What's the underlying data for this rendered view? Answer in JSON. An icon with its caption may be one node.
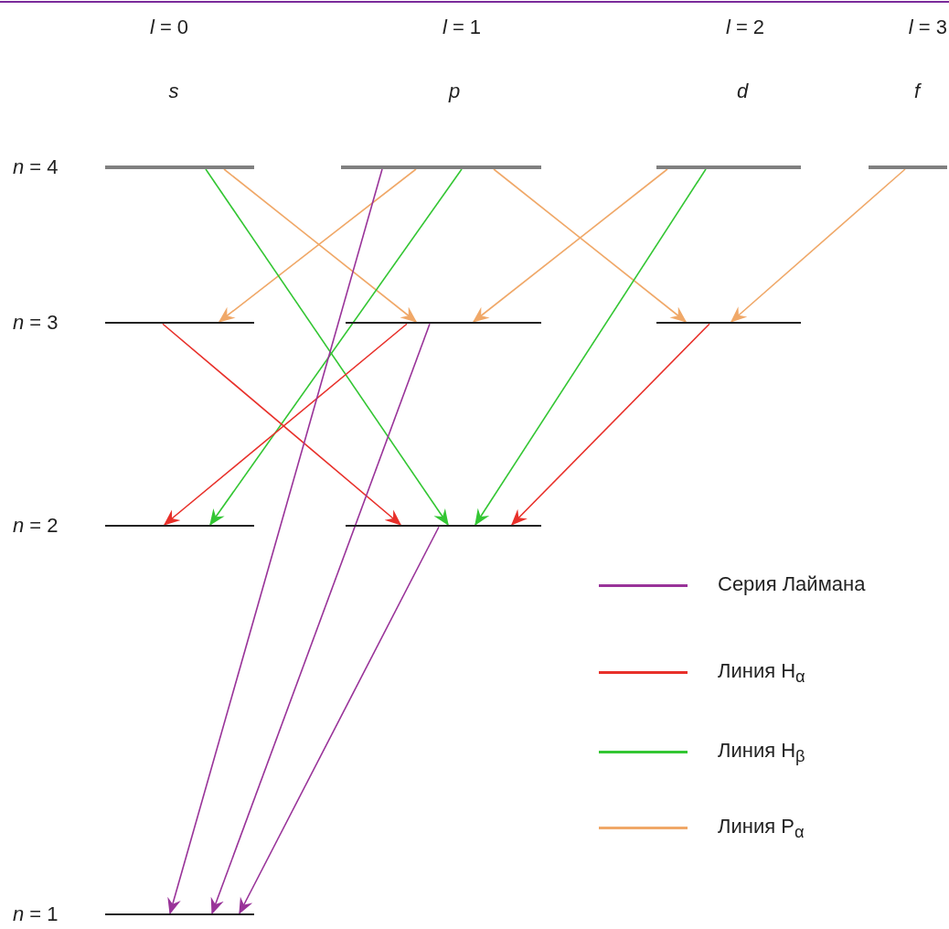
{
  "diagram": {
    "nodes": [
      {
        "text": [],
        "shape": "bar",
        "beside": [
          "*n* = 4"
        ]
      },
      {
        "text": [],
        "shape": "bar"
      },
      {
        "text": [],
        "shape": "bar"
      },
      {
        "text": [],
        "shape": "bar"
      },
      {
        "text": [],
        "shape": "bar",
        "beside": [
          "*n* =  3"
        ]
      },
      {
        "text": [],
        "shape": "bar"
      },
      {
        "text": [],
        "shape": "bar"
      },
      {
        "text": [],
        "shape": "bar",
        "beside": [
          "*n* = 2"
        ]
      },
      {
        "text": [],
        "shape": "bar"
      },
      {
        "text": [],
        "shape": "bar",
        "beside": [
          "*n* = 1"
        ]
      }
    ],
    "edges": [
      {
        "from": 0,
        "to": 5,
        "arrow": "to"
      },
      {
        "from": 1,
        "to": 4,
        "arrow": "to"
      },
      {
        "from": 1,
        "to": 6,
        "arrow": "to"
      },
      {
        "from": 2,
        "to": 5,
        "arrow": "to"
      },
      {
        "from": 3,
        "to": 6,
        "arrow": "to"
      },
      {
        "from": 0,
        "to": 8,
        "arrow": "to",
        "color": "#33c633"
      },
      {
        "from": 1,
        "to": 7,
        "arrow": "to",
        "color": "#33c633"
      },
      {
        "from": 2,
        "to": 8,
        "arrow": "to",
        "color": "#33c633"
      },
      {
        "from": 4,
        "to": 8,
        "arrow": "to",
        "color": "#e8302a"
      },
      {
        "from": 5,
        "to": 7,
        "arrow": "to",
        "color": "#e8302a"
      },
      {
        "from": 6,
        "to": 8,
        "arrow": "to",
        "color": "#e8302a"
      },
      {
        "from": 1,
        "to": 9,
        "arrow": "to",
        "color": "#993399"
      },
      {
        "from": 5,
        "to": 9,
        "arrow": "to",
        "color": "#993399"
      },
      {
        "from": 8,
        "to": 9,
        "arrow": "to",
        "color": "#993399"
      }
    ],
    "labels": [
      "*l* = 0",
      "*l* = 1",
      "*l* = 2",
      "*l* = 3",
      "*s*",
      "*p*",
      "*d*",
      "*f*"
    ],
    "legend": [
      {
        "text": "Серия Лаймана",
        "color": "#993399"
      },
      {
        "text": "Линия H$_{α}$",
        "color": "#e8302a"
      },
      {
        "text": "Линия H$_{β}$",
        "color": "#33c633"
      },
      {
        "text": "Линия P$_{α}$",
        "color": "#f0a868"
      }
    ]
  }
}
